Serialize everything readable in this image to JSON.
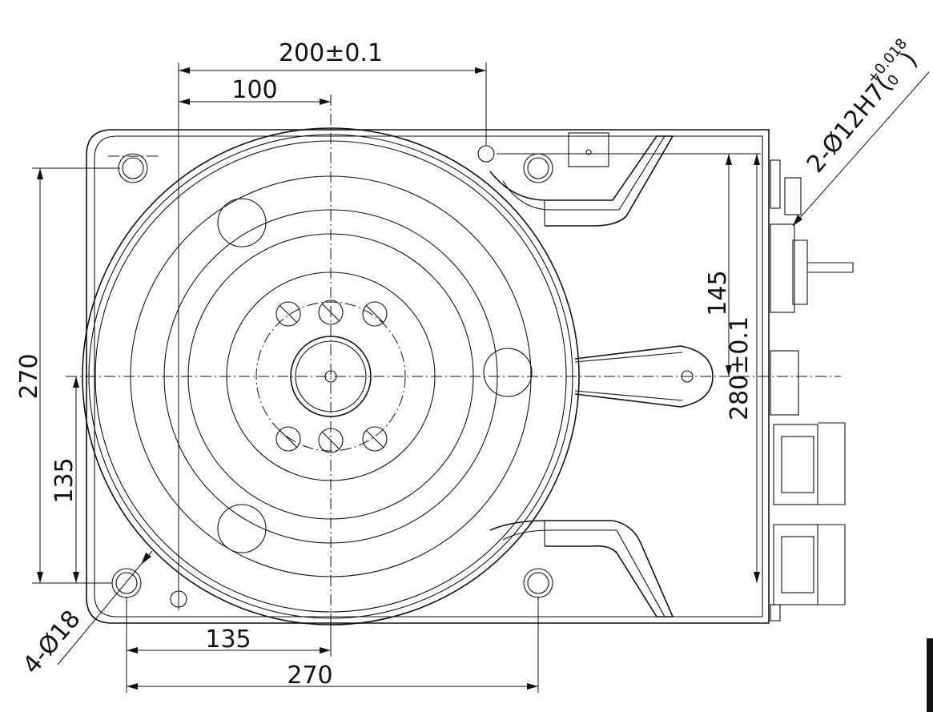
{
  "dimensions": {
    "top_overall": "200±0.1",
    "top_half": "100",
    "left_overall": "270",
    "left_lower": "135",
    "bottom_half": "135",
    "bottom_overall": "270",
    "right_upper": "145",
    "right_overall": "280±0.1",
    "holes_callout": "4-Ø18",
    "pin_callout_main": "2-Ø12H7(",
    "pin_callout_tol_upper": "+0.018",
    "pin_callout_tol_lower": "0",
    "pin_callout_close": ")"
  }
}
